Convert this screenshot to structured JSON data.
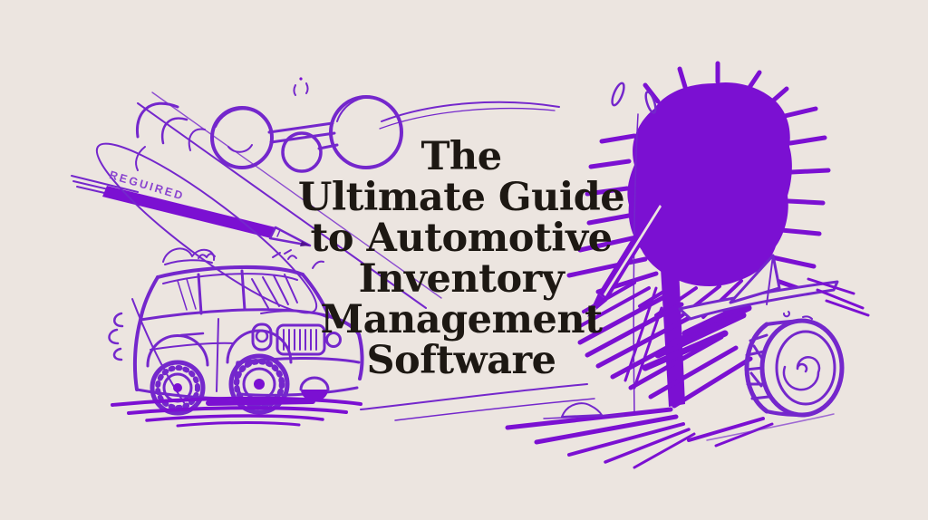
{
  "page": {
    "background_color": "#ece5e0"
  },
  "title": {
    "lines": [
      "The",
      "Ultimate Guide",
      "to Automotive",
      "Inventory",
      "Management",
      "Software"
    ],
    "color": "#1d1813"
  },
  "pencil_label": {
    "text": "REGUIRED",
    "color": "#8a44cf"
  },
  "palette": {
    "ink_outline": "#7427cc",
    "ink_solid": "#7b10d2",
    "background": "#ece5e0",
    "title_text": "#1d1813"
  },
  "illustration": {
    "elements": [
      "glasses-sketch",
      "speed-lines",
      "pencil-sketch",
      "car-sketch",
      "exhaust-puffs",
      "tree-sketch",
      "falling-leaves",
      "pen-sketch",
      "paper-plane-sketch",
      "tire-sketch",
      "ground-strokes",
      "rock-sketch"
    ]
  }
}
